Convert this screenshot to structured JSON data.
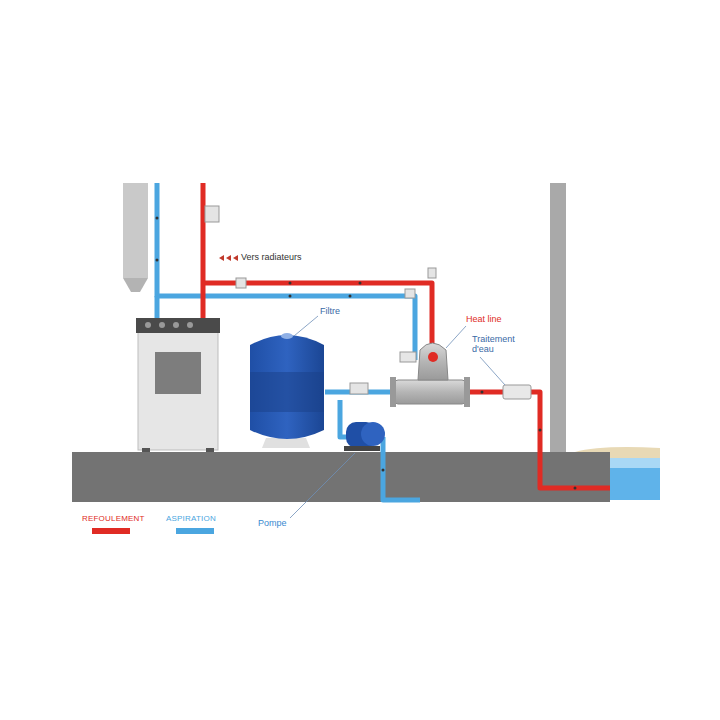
{
  "diagram": {
    "labels": [
      "Vers radiateurs",
      "Filtre",
      "Heat line",
      "Traitement d'eau",
      "Pompe"
    ],
    "legend": [
      {
        "text": "REFOULEMENT",
        "color": "#e02b24"
      },
      {
        "text": "ASPIRATION",
        "color": "#4ba6e0"
      }
    ]
  }
}
